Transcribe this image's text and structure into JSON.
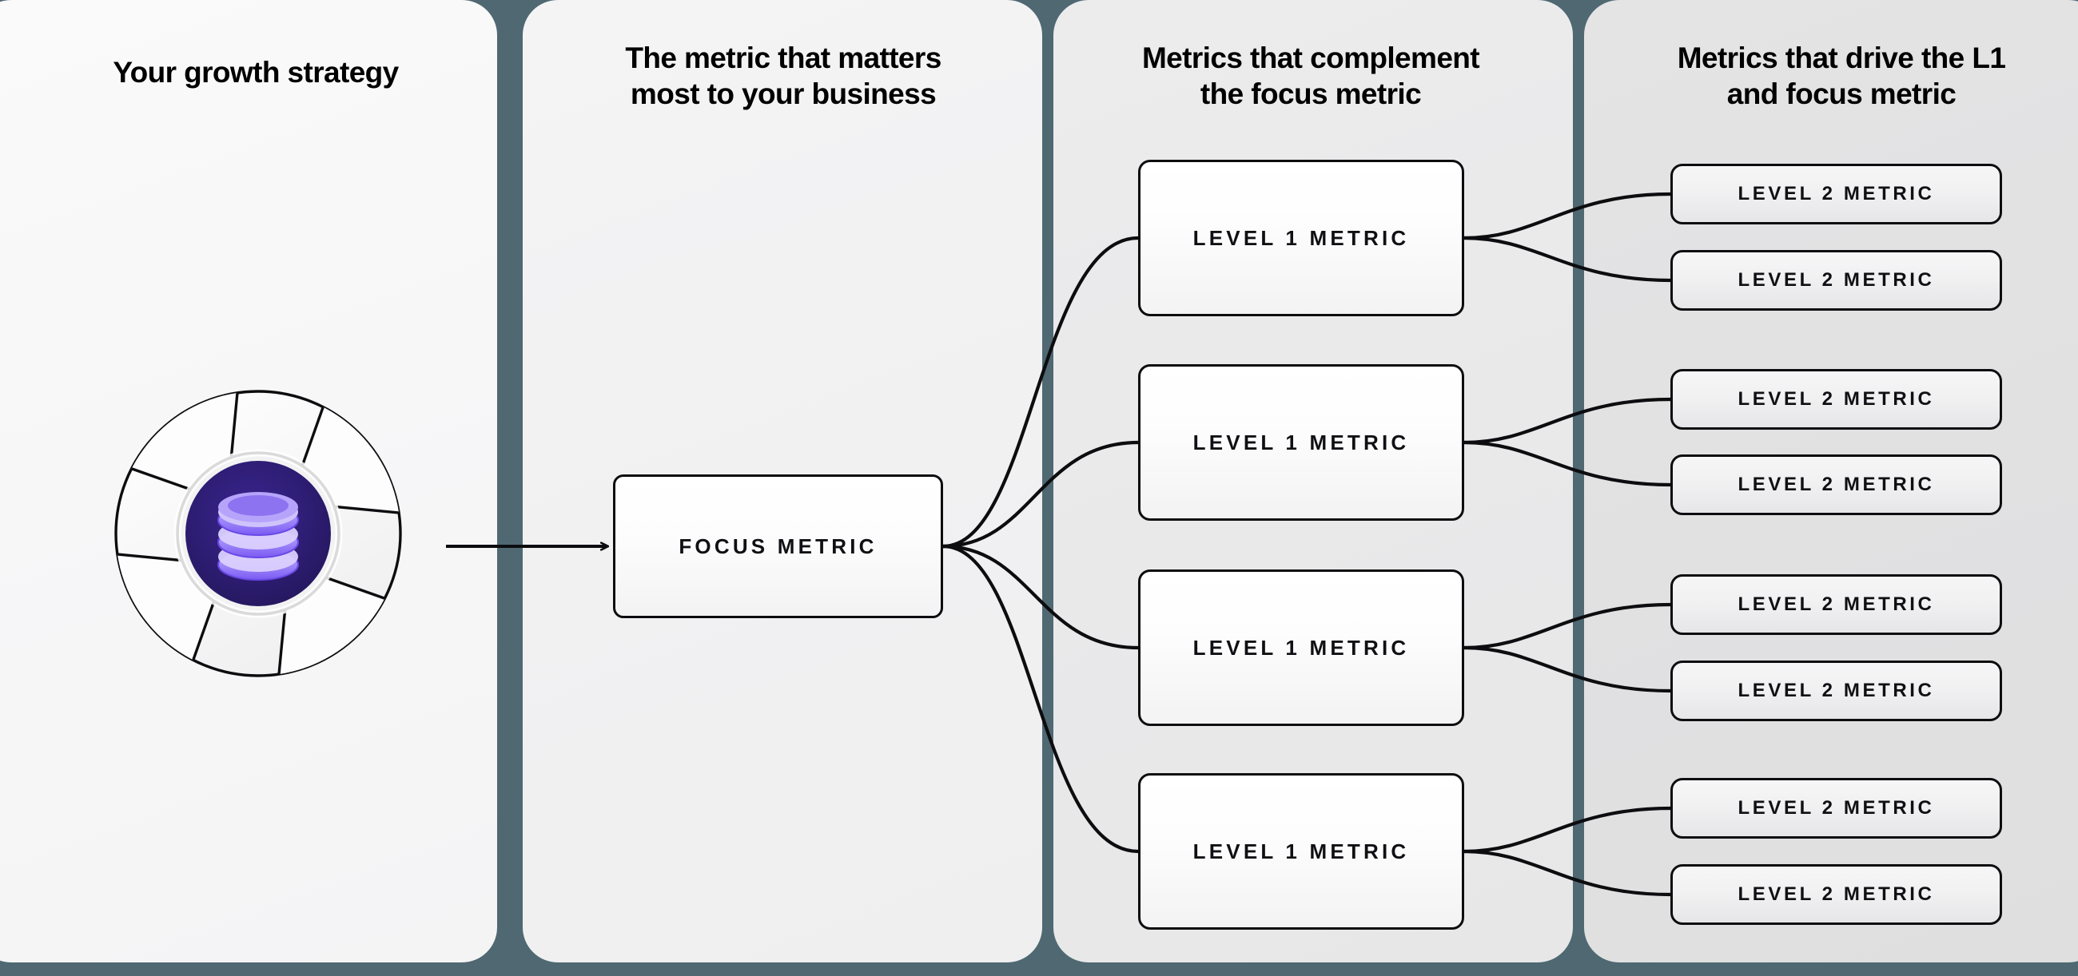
{
  "theme": {
    "divider_color": "#4f6872",
    "node_border_color": "#0d0d10",
    "emblem_core_color": "#2b1b6b",
    "emblem_db_color": "#7c5cf5",
    "emblem_db_highlight": "#c9bcfb",
    "panel_backgrounds": [
      "#f7f7f8",
      "#f1f1f2",
      "#e9e9ea",
      "#e1e1e2"
    ]
  },
  "columns": [
    {
      "id": "growth-strategy",
      "title": "Your growth strategy",
      "emblem": {
        "icon": "database-icon",
        "wrapper_icon": "pinwheel-aperture-icon"
      }
    },
    {
      "id": "focus-metric",
      "title": "The metric that matters\nmost to your business",
      "nodes": [
        {
          "label": "FOCUS METRIC"
        }
      ]
    },
    {
      "id": "level-1-metrics",
      "title": "Metrics that complement\nthe focus metric",
      "nodes": [
        {
          "label": "LEVEL 1 METRIC"
        },
        {
          "label": "LEVEL 1 METRIC"
        },
        {
          "label": "LEVEL 1 METRIC"
        },
        {
          "label": "LEVEL 1 METRIC"
        }
      ]
    },
    {
      "id": "level-2-metrics",
      "title": "Metrics that drive the L1\nand focus metric",
      "nodes": [
        {
          "label": "LEVEL 2 METRIC"
        },
        {
          "label": "LEVEL 2 METRIC"
        },
        {
          "label": "LEVEL 2 METRIC"
        },
        {
          "label": "LEVEL 2 METRIC"
        },
        {
          "label": "LEVEL 2 METRIC"
        },
        {
          "label": "LEVEL 2 METRIC"
        },
        {
          "label": "LEVEL 2 METRIC"
        },
        {
          "label": "LEVEL 2 METRIC"
        }
      ]
    }
  ],
  "connectors": {
    "strategy_to_focus": "arrow-right-icon",
    "focus_to_l1_count": 4,
    "l1_to_l2_per_node": 2
  }
}
